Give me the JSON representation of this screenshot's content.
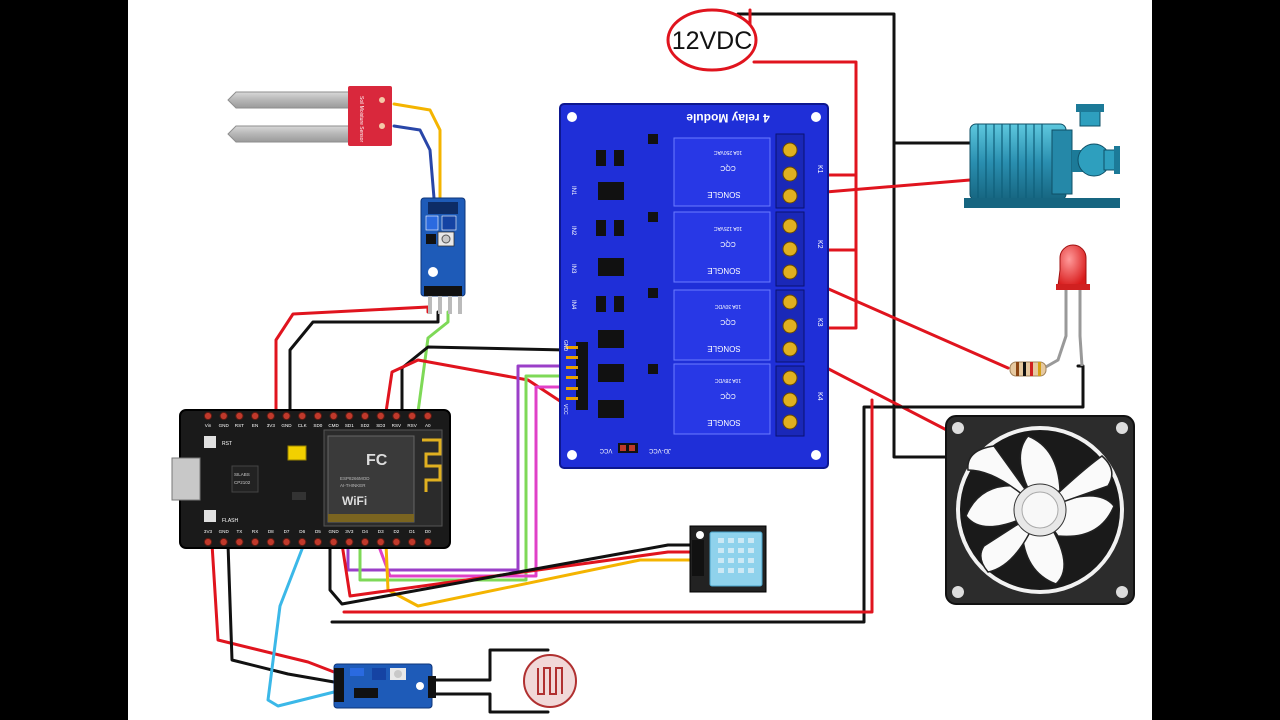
{
  "power": {
    "label": "12VDC"
  },
  "relay_module": {
    "title": "4 relay Module",
    "brand": "SONGLE",
    "cert": "CQC",
    "ratings": [
      "10A 250VAC",
      "10A 125VAC",
      "10A 30VDC",
      "10A 28VDC"
    ],
    "relays": [
      "K1",
      "K2",
      "K3",
      "K4"
    ],
    "inputs": [
      "IN1",
      "IN2",
      "IN3",
      "IN4"
    ],
    "pins": [
      "GND",
      "IN1",
      "IN2",
      "IN3",
      "IN4",
      "VCC"
    ],
    "jumper_left": "VCC",
    "jumper_right": "JD-VCC"
  },
  "mcu": {
    "top_pins": [
      "Vin",
      "GND",
      "RST",
      "EN",
      "3V3",
      "GND",
      "CLK",
      "SD0",
      "CMD",
      "SD1",
      "SD2",
      "SD3",
      "RSV",
      "RSV",
      "A0"
    ],
    "bottom_pins": [
      "3V3",
      "GND",
      "TX",
      "RX",
      "D8",
      "D7",
      "D6",
      "D5",
      "GND",
      "3V3",
      "D4",
      "D3",
      "D2",
      "D1",
      "D0"
    ],
    "rst_label": "RST",
    "flash_label": "FLASH",
    "chip1": "SILABS",
    "chip2": "CP2102",
    "wifi": "WiFi",
    "fc": "FC",
    "module": "ESP8266MOD",
    "vendor": "AI-THINKER"
  },
  "colors": {
    "red": "#e0141e",
    "black": "#111111",
    "green": "#7ed957",
    "purple": "#9b3fc8",
    "magenta": "#e040c8",
    "yellow": "#f4b400",
    "cyan": "#3bb8e8",
    "relay_blue": "#1f2fd8"
  }
}
